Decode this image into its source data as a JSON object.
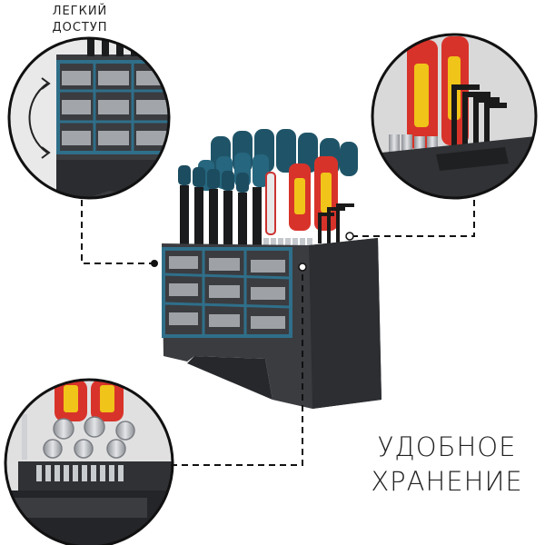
{
  "captions": {
    "easy_access_line1": "ЛЕГКИЙ",
    "easy_access_line2": "ДОСТУП",
    "storage_line1": "УДОБНОЕ",
    "storage_line2": "ХРАНЕНИЕ"
  },
  "colors": {
    "background": "#ffffff",
    "organizer_body": "#3a3c40",
    "organizer_dark": "#26282b",
    "accent_blue": "#2f6f8a",
    "screwdriver_handle": "#1e5266",
    "screwdriver_red": "#d8332a",
    "screwdriver_yellow": "#f0c419",
    "metal": "#b9bcc0",
    "callout_line": "#111111"
  }
}
